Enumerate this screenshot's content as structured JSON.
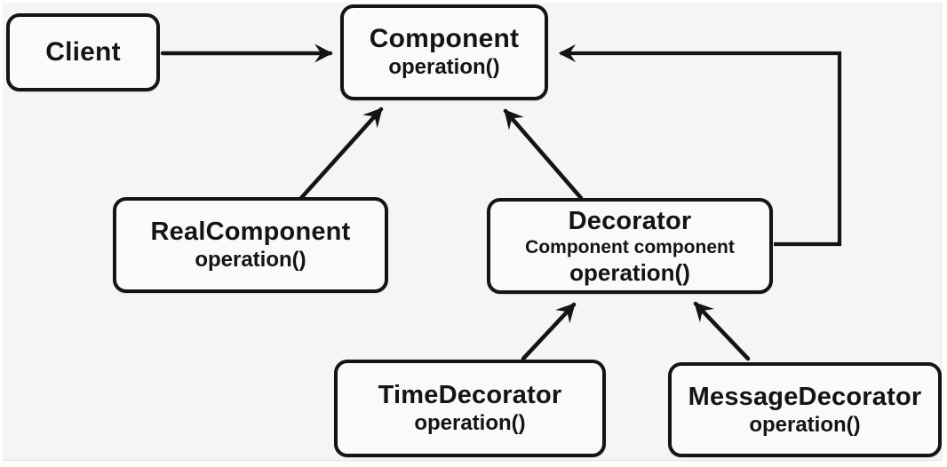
{
  "diagram": {
    "kind": "class-diagram",
    "pattern": "Decorator",
    "colors": {
      "canvas_bg": "#f5f5f4",
      "node_bg": "#fafaf9",
      "stroke": "#141414",
      "text": "#141414"
    },
    "nodes": {
      "client": {
        "name": "Client"
      },
      "component": {
        "name": "Component",
        "method": "operation()"
      },
      "real_component": {
        "name": "RealComponent",
        "method": "operation()"
      },
      "decorator": {
        "name": "Decorator",
        "field": "Component component",
        "method": "operation()"
      },
      "time_decorator": {
        "name": "TimeDecorator",
        "method": "operation()"
      },
      "message_decorator": {
        "name": "MessageDecorator",
        "method": "operation()"
      }
    },
    "relations": [
      {
        "from": "Client",
        "to": "Component",
        "arrow": "solid-right"
      },
      {
        "from": "RealComponent",
        "to": "Component",
        "arrow": "solid-up"
      },
      {
        "from": "Decorator",
        "to": "Component",
        "arrow": "solid-up"
      },
      {
        "from": "Decorator",
        "to": "Component",
        "arrow": "solid-left-elbow"
      },
      {
        "from": "TimeDecorator",
        "to": "Decorator",
        "arrow": "solid-up"
      },
      {
        "from": "MessageDecorator",
        "to": "Decorator",
        "arrow": "solid-up"
      }
    ]
  }
}
